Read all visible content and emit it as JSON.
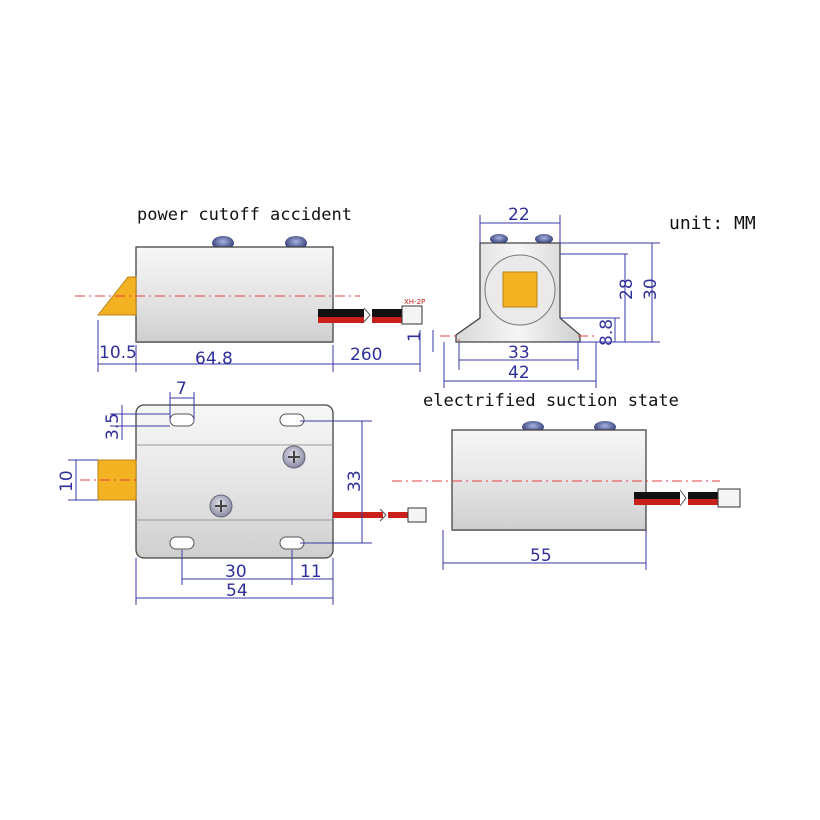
{
  "labels": {
    "power_cutoff": "power cutoff accident",
    "unit": "unit: MM",
    "electrified": "electrified suction state",
    "connector": "XH-2P"
  },
  "dimensions": {
    "top_left": {
      "tongue": "10.5",
      "body_length": "64.8",
      "wire_length": "260"
    },
    "end_view": {
      "width": "22",
      "height_inner": "28",
      "height_total": "30",
      "flange_height": "8.8",
      "hole_spacing": "33",
      "base_width": "42",
      "foot": "1"
    },
    "bottom_view": {
      "slot_width": "7",
      "slot_height": "3.5",
      "tongue_width": "10",
      "height": "33",
      "hole_spacing": "30",
      "edge_offset": "11",
      "overall_width": "54"
    },
    "side_view": {
      "length": "55"
    }
  },
  "colors": {
    "dimension": "#2f2f9c",
    "centerline": "#e04040",
    "tongue": "#f2b222",
    "body": "#e8e8e8",
    "wire_red": "#c8201a"
  }
}
